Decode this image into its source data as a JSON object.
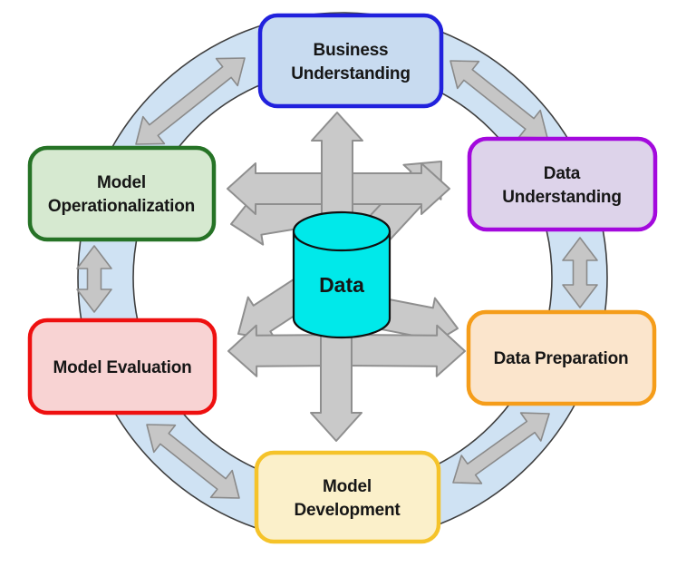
{
  "diagram_title": "",
  "center": {
    "label": "Data",
    "icon": "database-cylinder-icon"
  },
  "nodes": [
    {
      "id": "business-understanding",
      "label": "Business Understanding",
      "lines": [
        "Business",
        "Understanding"
      ],
      "fill": "#c8dbf0",
      "border": "#2121dd"
    },
    {
      "id": "data-understanding",
      "label": "Data Understanding",
      "lines": [
        "Data",
        "Understanding"
      ],
      "fill": "#ddd3ea",
      "border": "#a309dd"
    },
    {
      "id": "data-preparation",
      "label": "Data Preparation",
      "lines": [
        "Data Preparation"
      ],
      "fill": "#fbe5cc",
      "border": "#f59d1a"
    },
    {
      "id": "model-development",
      "label": "Model Development",
      "lines": [
        "Model",
        "Development"
      ],
      "fill": "#fbf0ca",
      "border": "#f5c32a"
    },
    {
      "id": "model-evaluation",
      "label": "Model Evaluation",
      "lines": [
        "Model Evaluation"
      ],
      "fill": "#f8d3d3",
      "border": "#ee1010"
    },
    {
      "id": "model-operationalization",
      "label": "Model Operationalization",
      "lines": [
        "Model",
        "Operationalization"
      ],
      "fill": "#d6e9d0",
      "border": "#267326"
    }
  ],
  "colors": {
    "background": "#ffffff",
    "ring_fill": "#cfe2f3",
    "ring_edge": "#3f3f3f",
    "ring_arrow_fill": "#c6c6c6",
    "ring_arrow_stroke": "#8a8a8a",
    "center_arrow_fill": "#c9c9c9",
    "center_arrow_stroke": "#8f8f8f",
    "cylinder_fill": "#00e9ea",
    "cylinder_stroke": "#101010",
    "text": "#161616"
  }
}
